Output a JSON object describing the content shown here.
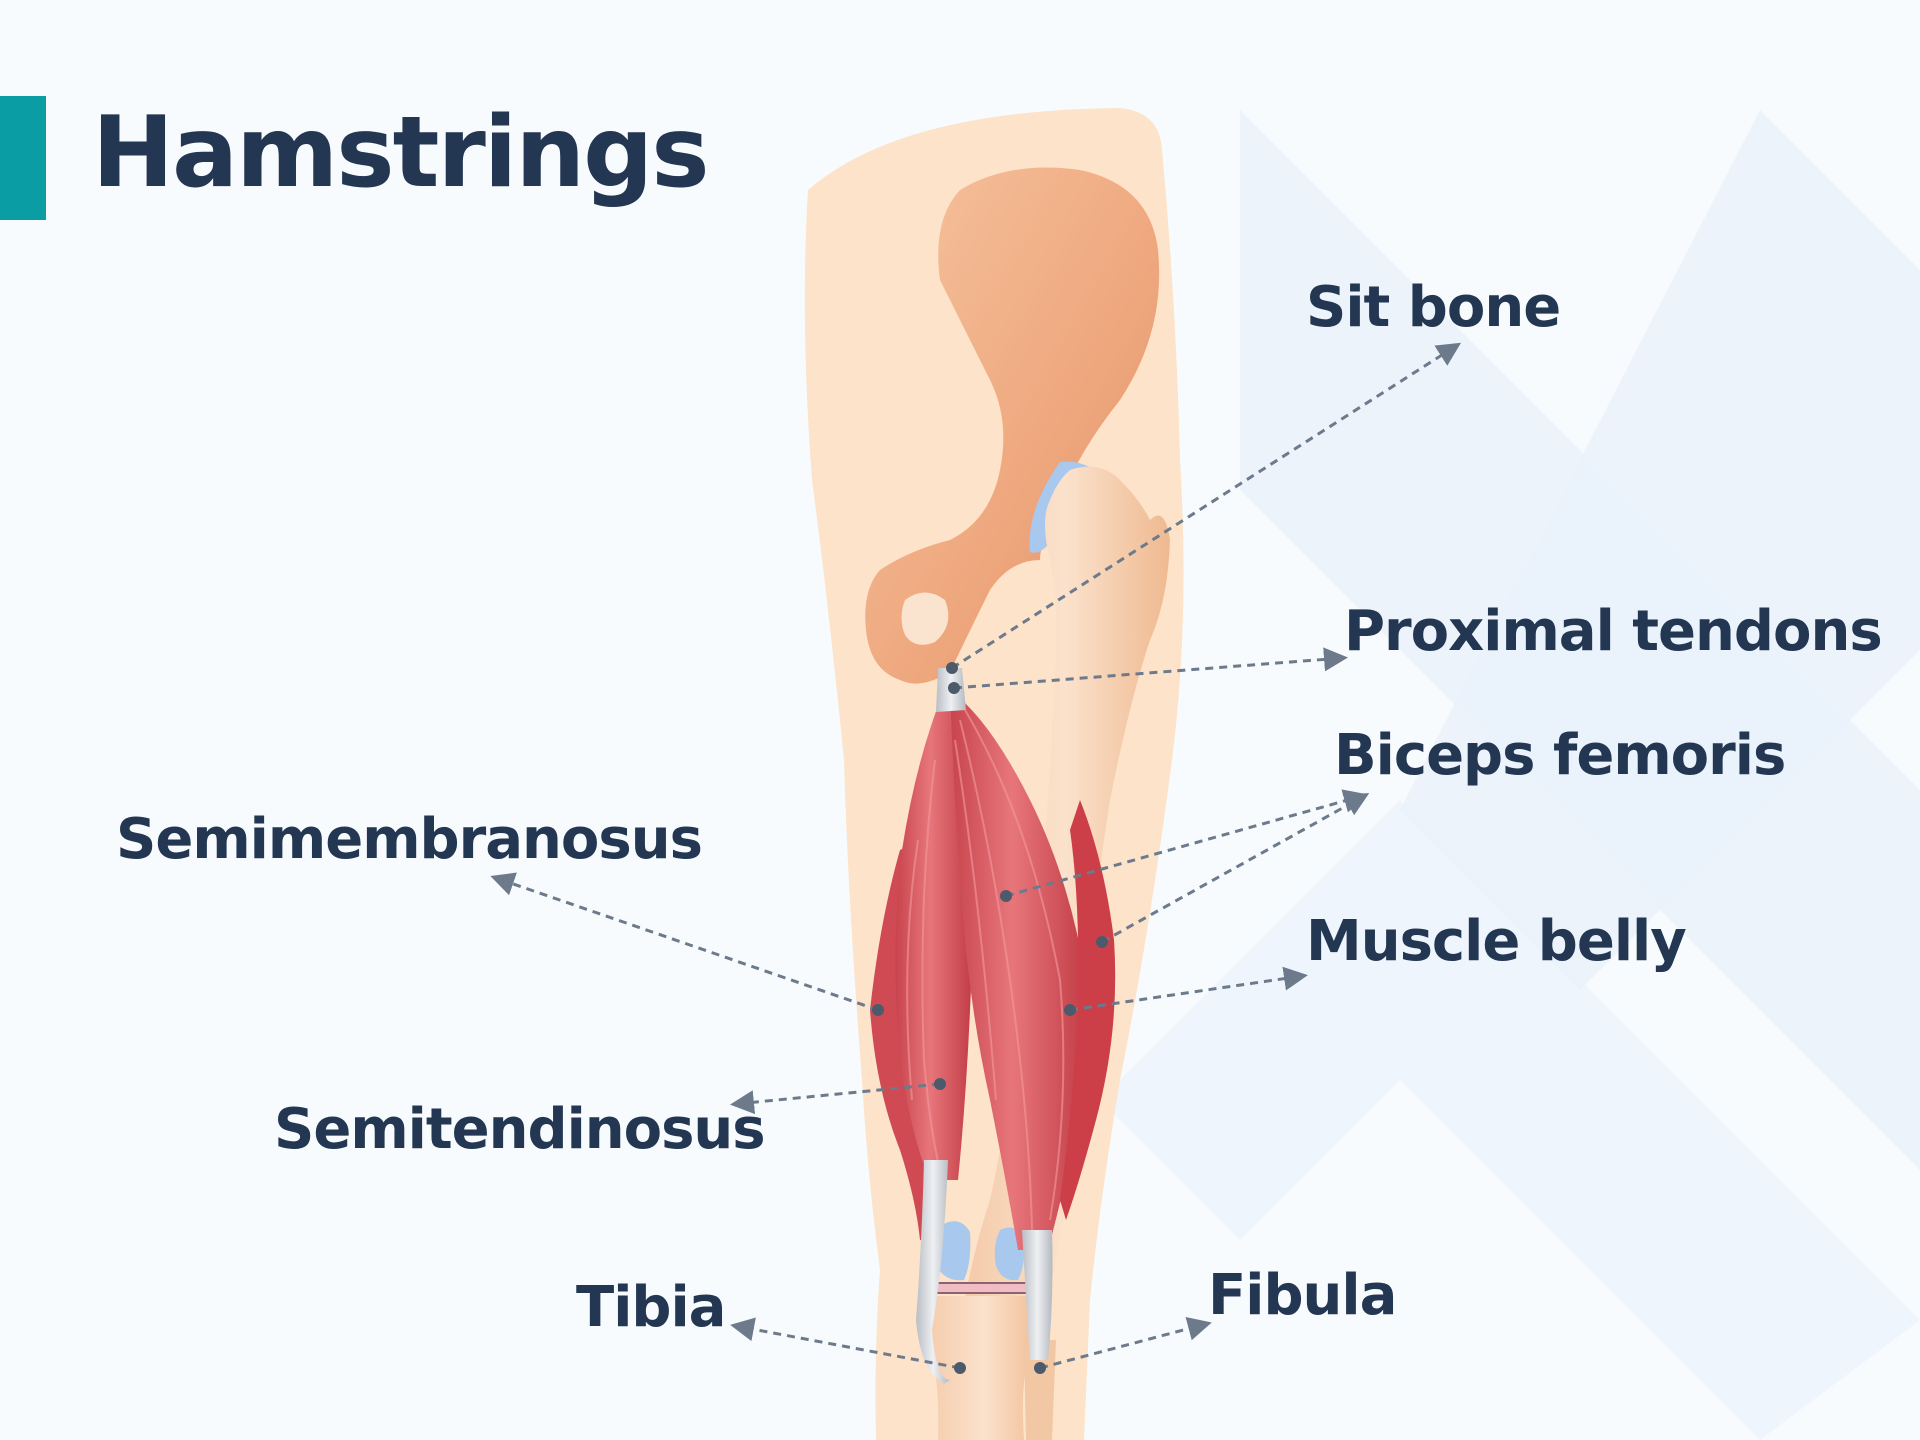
{
  "title": "Hamstrings",
  "labels": {
    "sit_bone": "Sit bone",
    "proximal_tendons": "Proximal tendons",
    "biceps_femoris": "Biceps femoris",
    "semimembranosus": "Semimembranosus",
    "muscle_belly": "Muscle belly",
    "semitendinosus": "Semitendinosus",
    "tibia": "Tibia",
    "fibula": "Fibula"
  },
  "colors": {
    "accent": "#0a9ea4",
    "text": "#233652",
    "leader": "#6c7a8c",
    "skin": "#fde3c9",
    "bone": "#f0b28a",
    "muscle": "#d9535a",
    "tendon": "#cdd1d6",
    "cartilage": "#a9c8ee",
    "watermark": "#e9f1fa"
  }
}
